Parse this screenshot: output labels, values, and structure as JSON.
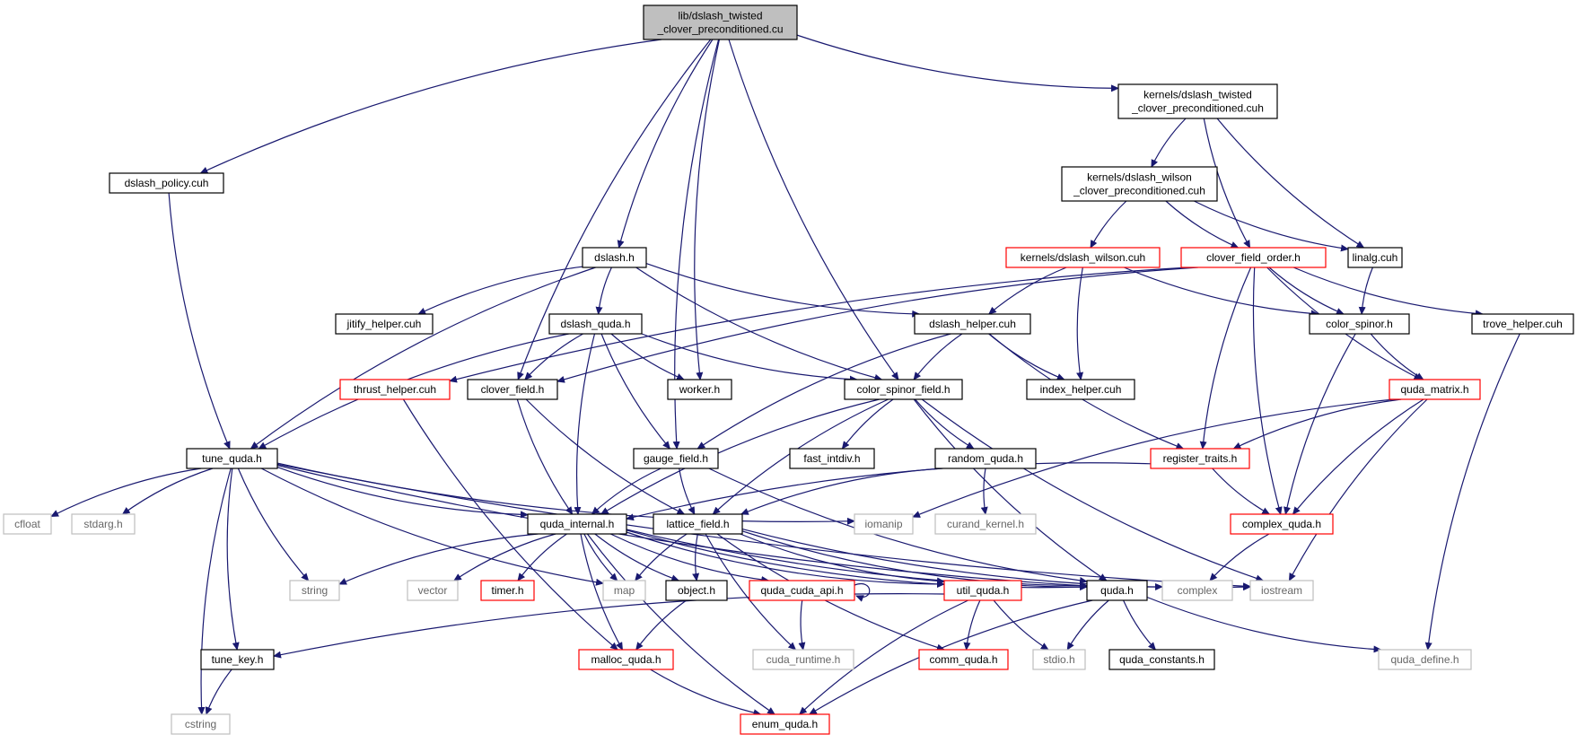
{
  "colors": {
    "edge": "#191970",
    "node_border_black": "#000000",
    "node_border_red": "#ff0000",
    "node_border_gray": "#bfbfbf",
    "root_fill": "#bfbfbf"
  },
  "nodes": [
    {
      "id": "root",
      "lines": [
        "lib/dslash_twisted",
        "_clover_preconditioned.cu"
      ],
      "style": "root"
    },
    {
      "id": "kdtc",
      "lines": [
        "kernels/dslash_twisted",
        "_clover_preconditioned.cuh"
      ],
      "style": "black"
    },
    {
      "id": "dpol",
      "lines": [
        "dslash_policy.cuh"
      ],
      "style": "black"
    },
    {
      "id": "kdwc",
      "lines": [
        "kernels/dslash_wilson",
        "_clover_preconditioned.cuh"
      ],
      "style": "black"
    },
    {
      "id": "dslash",
      "lines": [
        "dslash.h"
      ],
      "style": "black"
    },
    {
      "id": "kdw",
      "lines": [
        "kernels/dslash_wilson.cuh"
      ],
      "style": "red"
    },
    {
      "id": "cfo",
      "lines": [
        "clover_field_order.h"
      ],
      "style": "red"
    },
    {
      "id": "linalg",
      "lines": [
        "linalg.cuh"
      ],
      "style": "black"
    },
    {
      "id": "jitify",
      "lines": [
        "jitify_helper.cuh"
      ],
      "style": "black"
    },
    {
      "id": "dquda",
      "lines": [
        "dslash_quda.h"
      ],
      "style": "black"
    },
    {
      "id": "dhelper",
      "lines": [
        "dslash_helper.cuh"
      ],
      "style": "black"
    },
    {
      "id": "colsp",
      "lines": [
        "color_spinor.h"
      ],
      "style": "black"
    },
    {
      "id": "trove",
      "lines": [
        "trove_helper.cuh"
      ],
      "style": "black"
    },
    {
      "id": "thrust",
      "lines": [
        "thrust_helper.cuh"
      ],
      "style": "red"
    },
    {
      "id": "clover",
      "lines": [
        "clover_field.h"
      ],
      "style": "black"
    },
    {
      "id": "worker",
      "lines": [
        "worker.h"
      ],
      "style": "black"
    },
    {
      "id": "csf",
      "lines": [
        "color_spinor_field.h"
      ],
      "style": "black"
    },
    {
      "id": "idxh",
      "lines": [
        "index_helper.cuh"
      ],
      "style": "black"
    },
    {
      "id": "qmat",
      "lines": [
        "quda_matrix.h"
      ],
      "style": "red"
    },
    {
      "id": "tune",
      "lines": [
        "tune_quda.h"
      ],
      "style": "black"
    },
    {
      "id": "gauge",
      "lines": [
        "gauge_field.h"
      ],
      "style": "black"
    },
    {
      "id": "fastdiv",
      "lines": [
        "fast_intdiv.h"
      ],
      "style": "black"
    },
    {
      "id": "random",
      "lines": [
        "random_quda.h"
      ],
      "style": "black"
    },
    {
      "id": "regtr",
      "lines": [
        "register_traits.h"
      ],
      "style": "red"
    },
    {
      "id": "cfloat",
      "lines": [
        "cfloat"
      ],
      "style": "gray"
    },
    {
      "id": "stdarg",
      "lines": [
        "stdarg.h"
      ],
      "style": "gray"
    },
    {
      "id": "qint",
      "lines": [
        "quda_internal.h"
      ],
      "style": "black"
    },
    {
      "id": "lattice",
      "lines": [
        "lattice_field.h"
      ],
      "style": "black"
    },
    {
      "id": "iomanip",
      "lines": [
        "iomanip"
      ],
      "style": "gray"
    },
    {
      "id": "curand",
      "lines": [
        "curand_kernel.h"
      ],
      "style": "gray"
    },
    {
      "id": "cquda",
      "lines": [
        "complex_quda.h"
      ],
      "style": "red"
    },
    {
      "id": "string",
      "lines": [
        "string"
      ],
      "style": "gray"
    },
    {
      "id": "vector",
      "lines": [
        "vector"
      ],
      "style": "gray"
    },
    {
      "id": "timer",
      "lines": [
        "timer.h"
      ],
      "style": "red"
    },
    {
      "id": "map",
      "lines": [
        "map"
      ],
      "style": "gray"
    },
    {
      "id": "object",
      "lines": [
        "object.h"
      ],
      "style": "black"
    },
    {
      "id": "qcapi",
      "lines": [
        "quda_cuda_api.h"
      ],
      "style": "red"
    },
    {
      "id": "utilq",
      "lines": [
        "util_quda.h"
      ],
      "style": "red"
    },
    {
      "id": "quda",
      "lines": [
        "quda.h"
      ],
      "style": "black"
    },
    {
      "id": "complex",
      "lines": [
        "complex"
      ],
      "style": "gray"
    },
    {
      "id": "iostream",
      "lines": [
        "iostream"
      ],
      "style": "gray"
    },
    {
      "id": "tkey",
      "lines": [
        "tune_key.h"
      ],
      "style": "black"
    },
    {
      "id": "malloc",
      "lines": [
        "malloc_quda.h"
      ],
      "style": "red"
    },
    {
      "id": "cudart",
      "lines": [
        "cuda_runtime.h"
      ],
      "style": "gray"
    },
    {
      "id": "commq",
      "lines": [
        "comm_quda.h"
      ],
      "style": "red"
    },
    {
      "id": "stdio",
      "lines": [
        "stdio.h"
      ],
      "style": "gray"
    },
    {
      "id": "qconst",
      "lines": [
        "quda_constants.h"
      ],
      "style": "black"
    },
    {
      "id": "qdefine",
      "lines": [
        "quda_define.h"
      ],
      "style": "gray"
    },
    {
      "id": "cstring",
      "lines": [
        "cstring"
      ],
      "style": "gray"
    },
    {
      "id": "enumq",
      "lines": [
        "enum_quda.h"
      ],
      "style": "red"
    }
  ],
  "edges": [
    [
      "root",
      "kdtc"
    ],
    [
      "root",
      "dpol"
    ],
    [
      "root",
      "dslash"
    ],
    [
      "root",
      "clover"
    ],
    [
      "root",
      "worker"
    ],
    [
      "root",
      "gauge"
    ],
    [
      "root",
      "csf"
    ],
    [
      "kdtc",
      "kdwc"
    ],
    [
      "kdtc",
      "cfo"
    ],
    [
      "kdtc",
      "linalg"
    ],
    [
      "kdwc",
      "kdw"
    ],
    [
      "kdwc",
      "cfo"
    ],
    [
      "kdwc",
      "linalg"
    ],
    [
      "dpol",
      "tune"
    ],
    [
      "dslash",
      "jitify"
    ],
    [
      "dslash",
      "dquda"
    ],
    [
      "dslash",
      "dhelper"
    ],
    [
      "dslash",
      "tune"
    ],
    [
      "dslash",
      "csf"
    ],
    [
      "kdw",
      "dhelper"
    ],
    [
      "kdw",
      "idxh"
    ],
    [
      "kdw",
      "colsp"
    ],
    [
      "cfo",
      "colsp"
    ],
    [
      "cfo",
      "trove"
    ],
    [
      "cfo",
      "qmat"
    ],
    [
      "cfo",
      "regtr"
    ],
    [
      "cfo",
      "cquda"
    ],
    [
      "cfo",
      "thrust"
    ],
    [
      "cfo",
      "clover"
    ],
    [
      "linalg",
      "colsp"
    ],
    [
      "dquda",
      "clover"
    ],
    [
      "dquda",
      "worker"
    ],
    [
      "dquda",
      "csf"
    ],
    [
      "dquda",
      "gauge"
    ],
    [
      "dquda",
      "tune"
    ],
    [
      "dquda",
      "qint"
    ],
    [
      "dhelper",
      "csf"
    ],
    [
      "dhelper",
      "gauge"
    ],
    [
      "dhelper",
      "idxh"
    ],
    [
      "dhelper",
      "regtr"
    ],
    [
      "colsp",
      "qmat"
    ],
    [
      "colsp",
      "cquda"
    ],
    [
      "trove",
      "qdefine"
    ],
    [
      "thrust",
      "malloc"
    ],
    [
      "clover",
      "qint"
    ],
    [
      "clover",
      "lattice"
    ],
    [
      "csf",
      "fastdiv"
    ],
    [
      "csf",
      "random"
    ],
    [
      "csf",
      "qint"
    ],
    [
      "csf",
      "lattice"
    ],
    [
      "csf",
      "quda"
    ],
    [
      "csf",
      "iostream"
    ],
    [
      "qmat",
      "regtr"
    ],
    [
      "qmat",
      "cquda"
    ],
    [
      "qmat",
      "iomanip"
    ],
    [
      "qmat",
      "iostream"
    ],
    [
      "tune",
      "cfloat"
    ],
    [
      "tune",
      "stdarg"
    ],
    [
      "tune",
      "qint"
    ],
    [
      "tune",
      "string"
    ],
    [
      "tune",
      "map"
    ],
    [
      "tune",
      "tkey"
    ],
    [
      "tune",
      "cstring"
    ],
    [
      "tune",
      "iomanip"
    ],
    [
      "tune",
      "iostream"
    ],
    [
      "tune",
      "quda"
    ],
    [
      "gauge",
      "qint"
    ],
    [
      "gauge",
      "lattice"
    ],
    [
      "gauge",
      "quda"
    ],
    [
      "random",
      "curand"
    ],
    [
      "random",
      "lattice"
    ],
    [
      "regtr",
      "cquda"
    ],
    [
      "regtr",
      "qint"
    ],
    [
      "cquda",
      "complex"
    ],
    [
      "qint",
      "string"
    ],
    [
      "qint",
      "vector"
    ],
    [
      "qint",
      "timer"
    ],
    [
      "qint",
      "map"
    ],
    [
      "qint",
      "object"
    ],
    [
      "qint",
      "qcapi"
    ],
    [
      "qint",
      "utilq"
    ],
    [
      "qint",
      "quda"
    ],
    [
      "qint",
      "complex"
    ],
    [
      "qint",
      "malloc"
    ],
    [
      "qint",
      "enumq"
    ],
    [
      "lattice",
      "map"
    ],
    [
      "lattice",
      "object"
    ],
    [
      "lattice",
      "utilq"
    ],
    [
      "lattice",
      "quda"
    ],
    [
      "lattice",
      "commq"
    ],
    [
      "lattice",
      "iostream"
    ],
    [
      "lattice",
      "cudart"
    ],
    [
      "object",
      "malloc"
    ],
    [
      "qcapi",
      "cudart"
    ],
    [
      "qcapi",
      "qcapi"
    ],
    [
      "utilq",
      "tkey"
    ],
    [
      "utilq",
      "commq"
    ],
    [
      "utilq",
      "stdio"
    ],
    [
      "utilq",
      "enumq"
    ],
    [
      "quda",
      "stdio"
    ],
    [
      "quda",
      "qconst"
    ],
    [
      "quda",
      "qdefine"
    ],
    [
      "quda",
      "enumq"
    ],
    [
      "tkey",
      "cstring"
    ],
    [
      "malloc",
      "enumq"
    ]
  ]
}
